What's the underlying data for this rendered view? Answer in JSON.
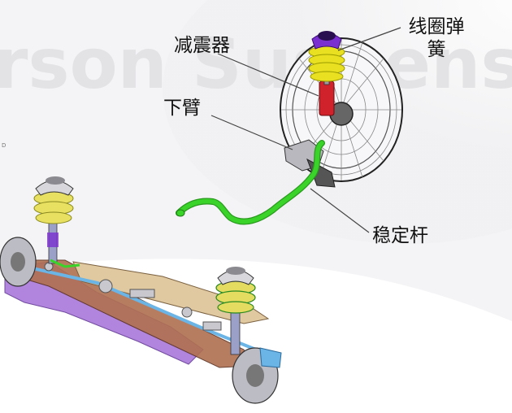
{
  "labels": {
    "coil_spring": "线圈弹簧",
    "shock_absorber": "减震器",
    "lower_arm": "下臂",
    "stabilizer_bar": "稳定杆"
  },
  "watermark": "rson Suspension",
  "colors": {
    "spring": "#e8e020",
    "stabilizer": "#39d32a",
    "strut_mount": "#7a2fd0",
    "subframe": "#b07050",
    "leader_line": "#444444"
  }
}
